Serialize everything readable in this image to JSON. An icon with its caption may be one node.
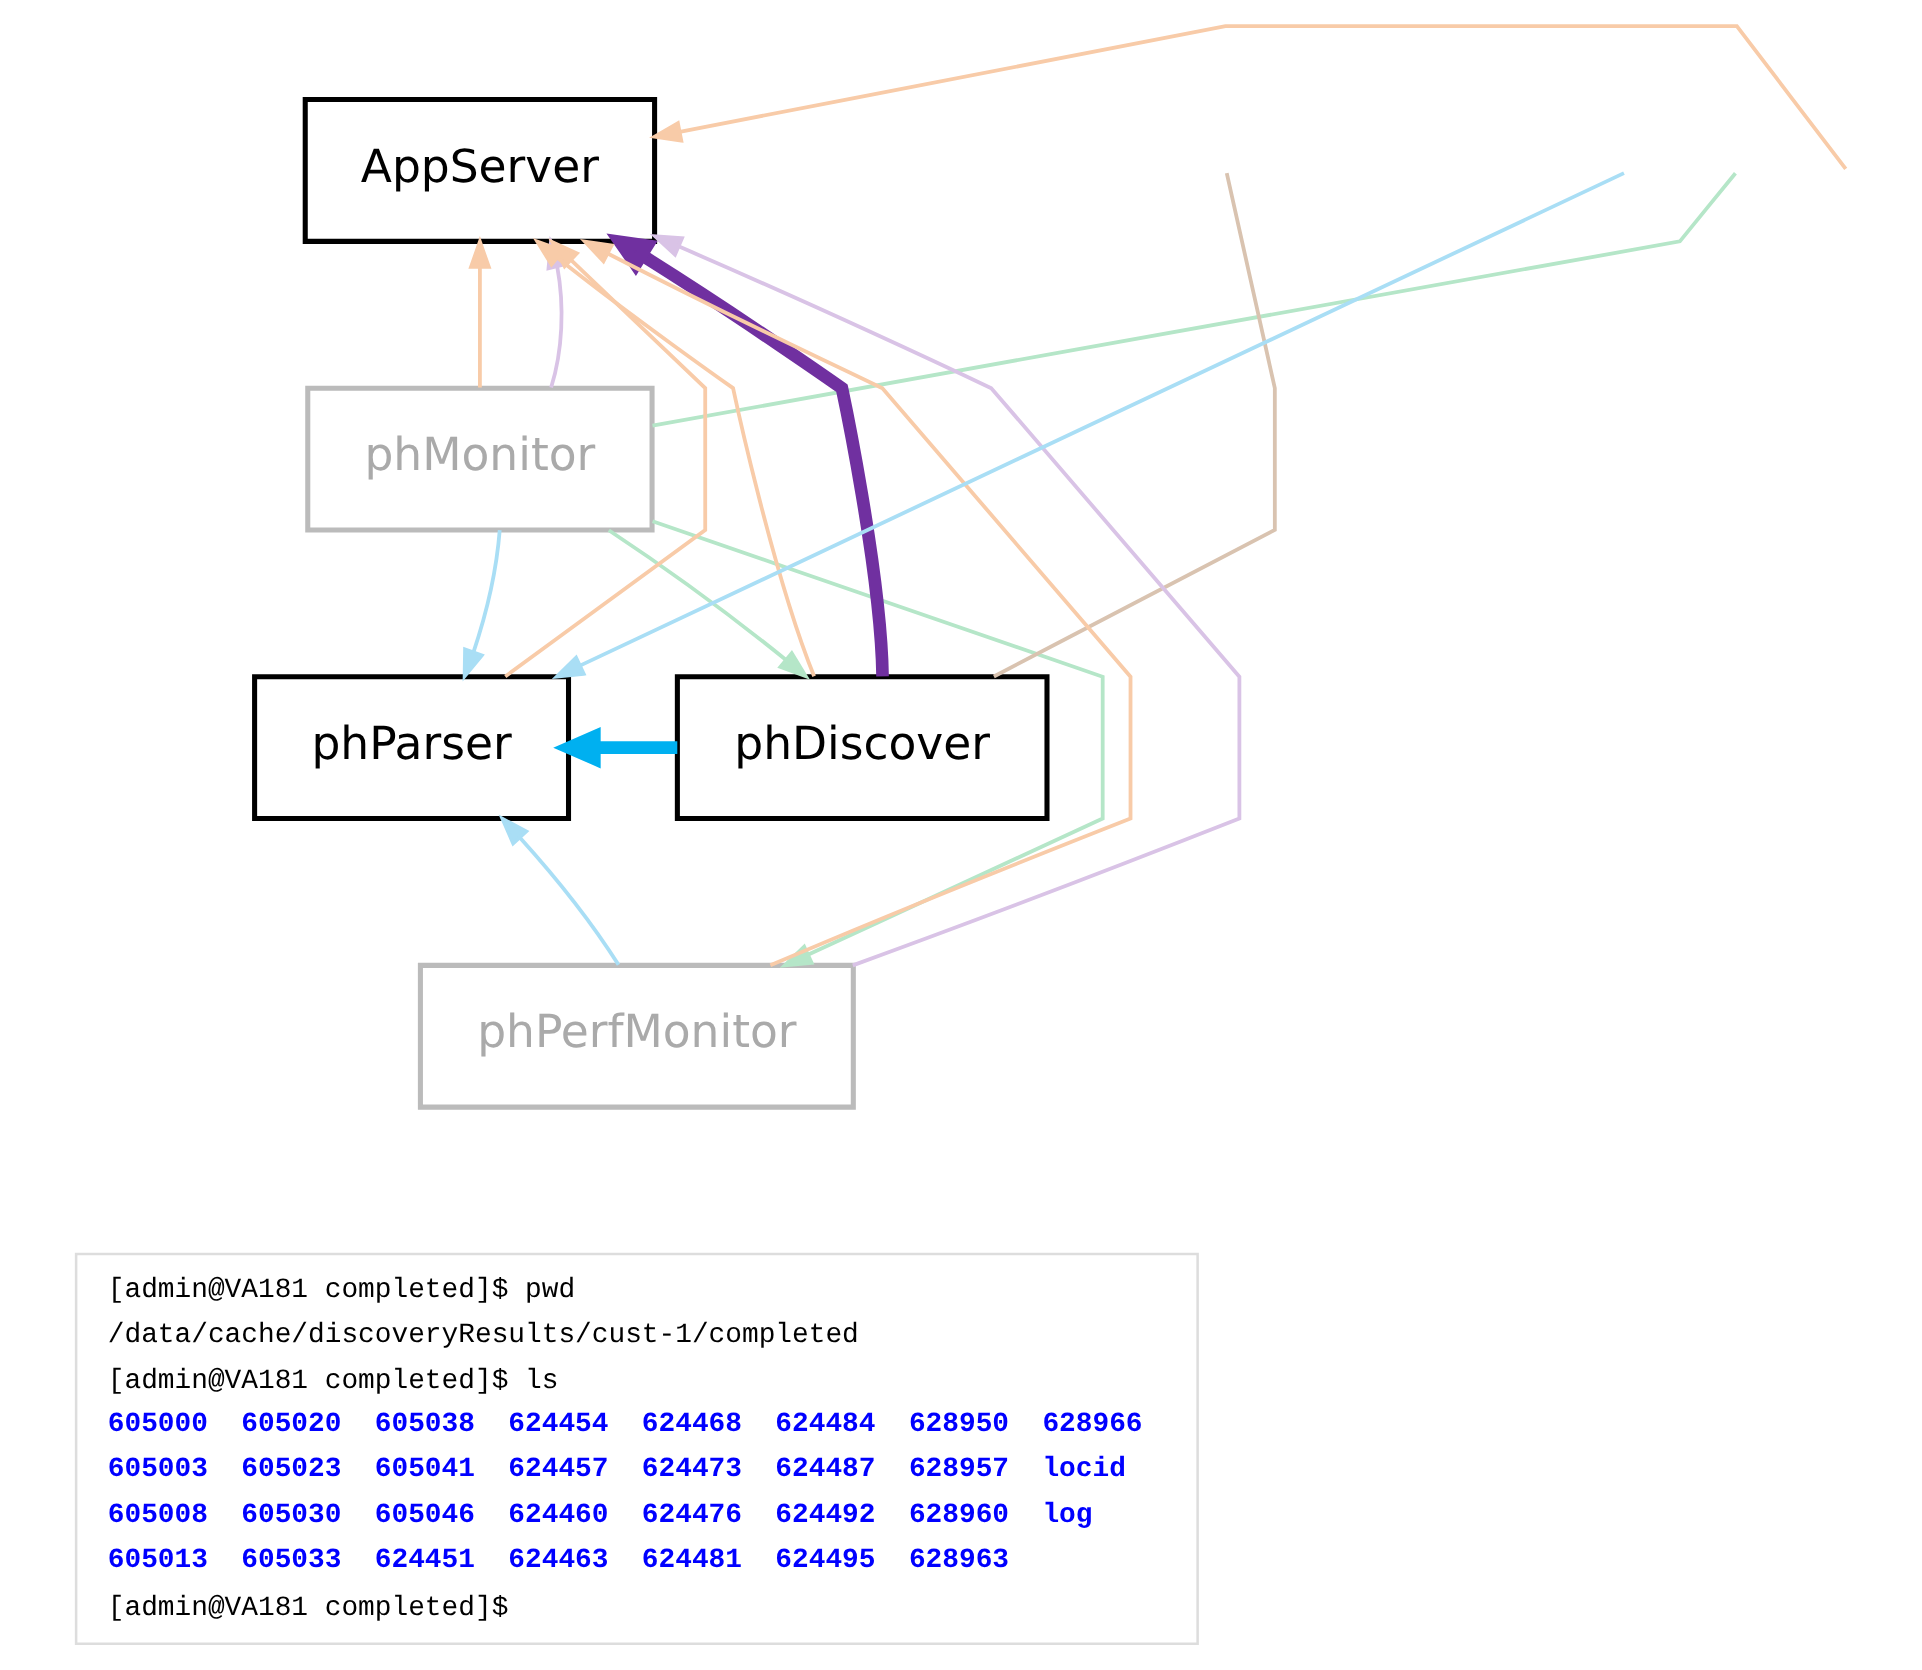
{
  "diagram": {
    "nodes": [
      {
        "text": [
          "AppServer"
        ]
      },
      {
        "text": [
          "phMonitor"
        ]
      },
      {
        "text": [
          "phParser"
        ]
      },
      {
        "text": [
          "phDiscover"
        ]
      },
      {
        "text": [
          "phPerfMonitor"
        ]
      },
      {
        "text": [
          "[admin@VA181 completed]$ pwd",
          "/data/cache/discoveryResults/cust-1/completed",
          "[admin@VA181 completed]$ ls",
          "605000  605020  605038  624454  624468  624484  628950  628966",
          "605003  605023  605041  624457  624473  624487  628957  locid",
          "605008  605030  605046  624460  624476  624492  628960  log",
          "605013  605033  624451  624463  624481  624495  628963",
          "[admin@VA181 completed]$"
        ]
      }
    ],
    "edges": [
      {
        "from": 2,
        "to": 0,
        "arrow": "to"
      },
      {
        "from": null,
        "to": 0,
        "arrow": "to"
      },
      {
        "from": 1,
        "to": 0,
        "arrow": "to"
      },
      {
        "from": 1,
        "to": 0,
        "arrow": "to",
        "color": "#d9c3e6"
      },
      {
        "from": 3,
        "to": 0,
        "arrow": "to"
      },
      {
        "from": 4,
        "to": 0,
        "arrow": "to"
      },
      {
        "from": 4,
        "to": 0,
        "arrow": "to",
        "color": "#d9c3e6"
      },
      {
        "from": 3,
        "to": 0,
        "arrow": "to",
        "style": "thick",
        "color": "#7030a0"
      },
      {
        "from": 1,
        "to": 2,
        "arrow": "to",
        "color": "#a9def5"
      },
      {
        "from": 1,
        "to": 3,
        "arrow": "to",
        "color": "#b5e6c8"
      },
      {
        "from": 1,
        "to": 4,
        "arrow": "to",
        "color": "#b5e6c8"
      },
      {
        "from": 1,
        "to": null,
        "arrow": "none",
        "color": "#b5e6c8"
      },
      {
        "from": 4,
        "to": 2,
        "arrow": "to",
        "color": "#a9def5"
      },
      {
        "from": null,
        "to": 2,
        "arrow": "to",
        "color": "#a9def5"
      },
      {
        "from": 3,
        "to": 2,
        "arrow": "to",
        "style": "thick",
        "color": "#00b0f0"
      },
      {
        "from": 3,
        "to": null,
        "arrow": "none",
        "color": "#d9c3b0"
      }
    ]
  }
}
